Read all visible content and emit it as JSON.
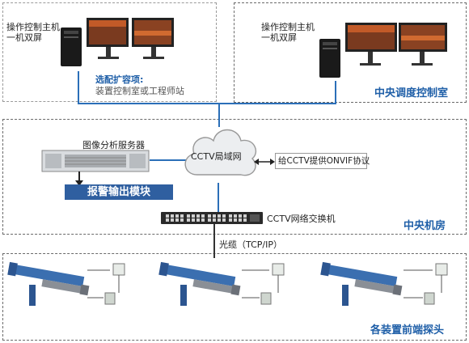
{
  "top_left": {
    "workstation_label_line1": "操作控制主机",
    "workstation_label_line2": "一机双屏",
    "expansion_title": "选配扩容项:",
    "expansion_desc": "装置控制室或工程师站"
  },
  "top_right": {
    "workstation_label_line1": "操作控制主机",
    "workstation_label_line2": "一机双屏",
    "region_title": "中央调度控制室"
  },
  "middle": {
    "server_label": "图像分析服务器",
    "alarm_module_label": "报警输出模块",
    "cloud_label": "CCTV局域网",
    "onvif_label": "给CCTV提供ONVIF协议",
    "switch_label": "CCTV网络交换机",
    "region_title": "中央机房"
  },
  "link_label": "光缆（TCP/IP）",
  "bottom": {
    "region_title": "各装置前端探头"
  },
  "colors": {
    "accent_blue": "#1f5fa8",
    "line_blue": "#2b6fb8",
    "module_blue": "#2f5fa0",
    "dashed_border": "#6a6a6a"
  }
}
